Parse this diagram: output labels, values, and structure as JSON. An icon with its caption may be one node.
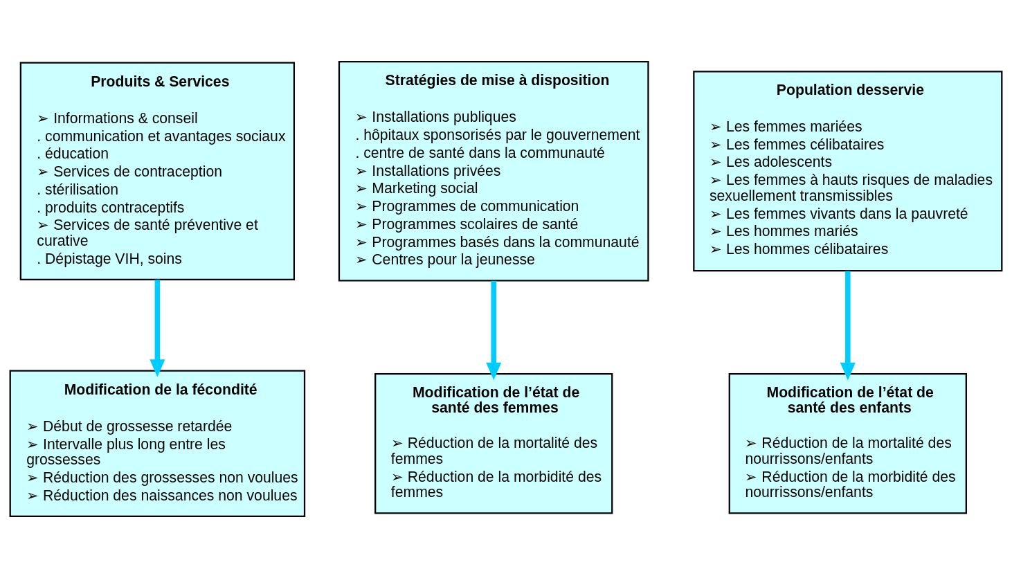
{
  "diagram": {
    "nodes": [
      {
        "text": [
          "Produits & Services",
          "➢ Informations & conseil",
          ". communication et avantages sociaux",
          ". éducation",
          "➢ Services de contraception",
          ". stérilisation",
          ". produits contraceptifs",
          "➢ Services de santé préventive et curative",
          ". Dépistage VIH, soins"
        ]
      },
      {
        "text": [
          "Stratégies de mise à disposition",
          "➢ Installations publiques",
          ". hôpitaux sponsorisés par le gouvernement",
          ". centre de santé dans la communauté",
          "➢ Installations privées",
          "➢ Marketing social",
          "➢ Programmes de communication",
          "➢ Programmes scolaires de santé",
          "➢ Programmes basés dans la communauté",
          "➢ Centres pour la jeunesse"
        ]
      },
      {
        "text": [
          "Population desservie",
          "➢ Les femmes mariées",
          "➢ Les femmes célibataires",
          "➢ Les adolescents",
          "➢ Les femmes à hauts risques de maladies sexuellement transmissibles",
          "➢ Les femmes vivants dans la pauvreté",
          "➢ Les hommes mariés",
          "➢ Les hommes célibataires"
        ]
      },
      {
        "text": [
          "Modification de la fécondité",
          "➢ Début de grossesse retardée",
          "➢ Intervalle plus long entre les grossesses",
          "➢ Réduction des grossesses non voulues",
          "➢ Réduction des naissances non voulues"
        ]
      },
      {
        "text": [
          "Modification de l’état de santé des femmes",
          "➢ Réduction de la mortalité des femmes",
          "➢ Réduction de la morbidité des femmes"
        ]
      },
      {
        "text": [
          "Modification de l’état de santé des enfants",
          "➢ Réduction de la mortalité des nourrissons/enfants",
          "➢ Réduction de la morbidité des nourrissons/enfants"
        ]
      }
    ],
    "edges": [
      {
        "from": 0,
        "to": 3,
        "arrow": "to"
      },
      {
        "from": 1,
        "to": 4,
        "arrow": "to"
      },
      {
        "from": 2,
        "to": 5,
        "arrow": "to"
      }
    ]
  }
}
